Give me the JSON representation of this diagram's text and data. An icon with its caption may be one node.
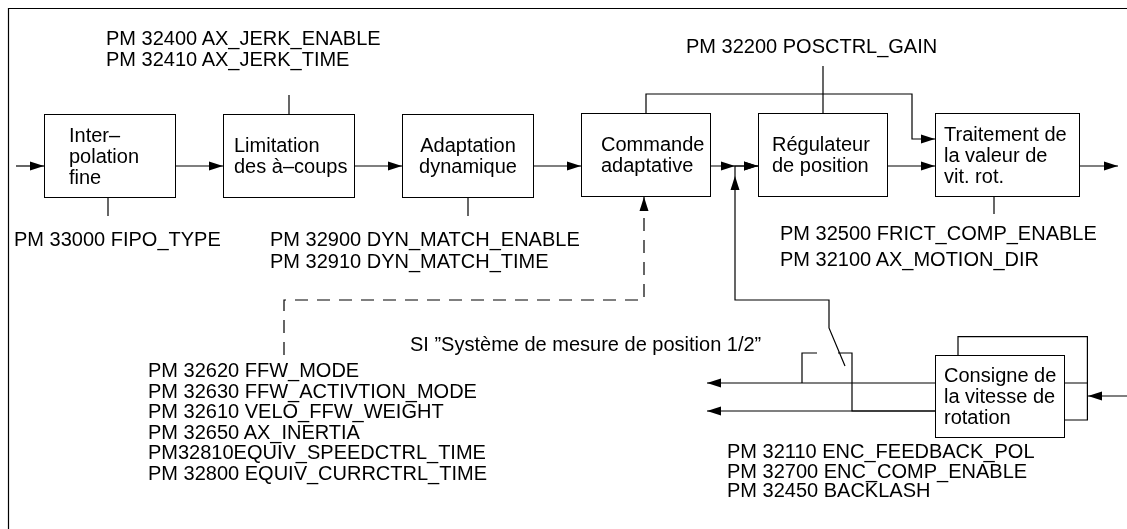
{
  "diagram": {
    "nodes": [
      {
        "text": [
          "Inter– polation fine"
        ]
      },
      {
        "text": [
          "Limitation des à–coups"
        ]
      },
      {
        "text": [
          "Adaptation dynamique"
        ]
      },
      {
        "text": [
          "Commande adaptative"
        ]
      },
      {
        "text": [
          "Régulateur de position"
        ]
      },
      {
        "text": [
          "Traitement de la valeur de vit. rot."
        ]
      },
      {
        "text": [
          "Consigne de la vitesse de rotation"
        ]
      },
      {
        "text": [
          "PM 32400 AX_JERK_ENABLE",
          "PM 32410 AX_JERK_TIME"
        ]
      },
      {
        "text": [
          "PM 33000 FIPO_TYPE"
        ]
      },
      {
        "text": [
          "PM 32900 DYN_MATCH_ENABLE",
          "PM 32910 DYN_MATCH_TIME"
        ]
      },
      {
        "text": [
          "PM 32200 POSCTRL_GAIN"
        ]
      },
      {
        "text": [
          "PM 32500 FRICT_COMP_ENABLE",
          "PM 32100 AX_MOTION_DIR"
        ]
      },
      {
        "text": [
          "PM 32620 FFW_MODE",
          "PM 32630 FFW_ACTIVTION_MODE",
          "PM 32610 VELO_FFW_WEIGHT",
          "PM 32650 AX_INERTIA",
          "PM32810EQUIV_SPEEDCTRL_TIME",
          "PM 32800 EQUIV_CURRCTRL_TIME"
        ]
      }
    ],
    "edges": [
      {
        "from": null,
        "to": 0,
        "arrow": "to"
      },
      {
        "from": 0,
        "to": 1,
        "arrow": "to"
      },
      {
        "from": 1,
        "to": 2,
        "arrow": "to"
      },
      {
        "from": 2,
        "to": 3,
        "arrow": "to"
      },
      {
        "from": 3,
        "to": 4,
        "arrow": "to"
      },
      {
        "from": 3,
        "to": 5,
        "arrow": "to"
      },
      {
        "from": 4,
        "to": 5,
        "arrow": "to"
      },
      {
        "from": 5,
        "to": null,
        "arrow": "to"
      },
      {
        "from": 12,
        "to": 3,
        "arrow": "to",
        "style": "dashed"
      },
      {
        "from": 6,
        "to": 4,
        "arrow": "to"
      },
      {
        "from": 6,
        "to": null,
        "arrow": "to"
      },
      {
        "from": 6,
        "to": null,
        "arrow": "to"
      },
      {
        "from": null,
        "to": 6,
        "arrow": "to"
      },
      {
        "from": 7,
        "to": 1,
        "arrow": "none"
      },
      {
        "from": 8,
        "to": 0,
        "arrow": "none"
      },
      {
        "from": 9,
        "to": 2,
        "arrow": "none"
      },
      {
        "from": 10,
        "to": 4,
        "arrow": "none"
      },
      {
        "from": 11,
        "to": 5,
        "arrow": "none"
      }
    ],
    "labels": [
      "SI ”Système de mesure de position 1/2”",
      "PM 32110 ENC_FEEDBACK_POL",
      "PM 32700 ENC_COMP_ENABLE",
      "PM 32450 BACKLASH"
    ]
  }
}
